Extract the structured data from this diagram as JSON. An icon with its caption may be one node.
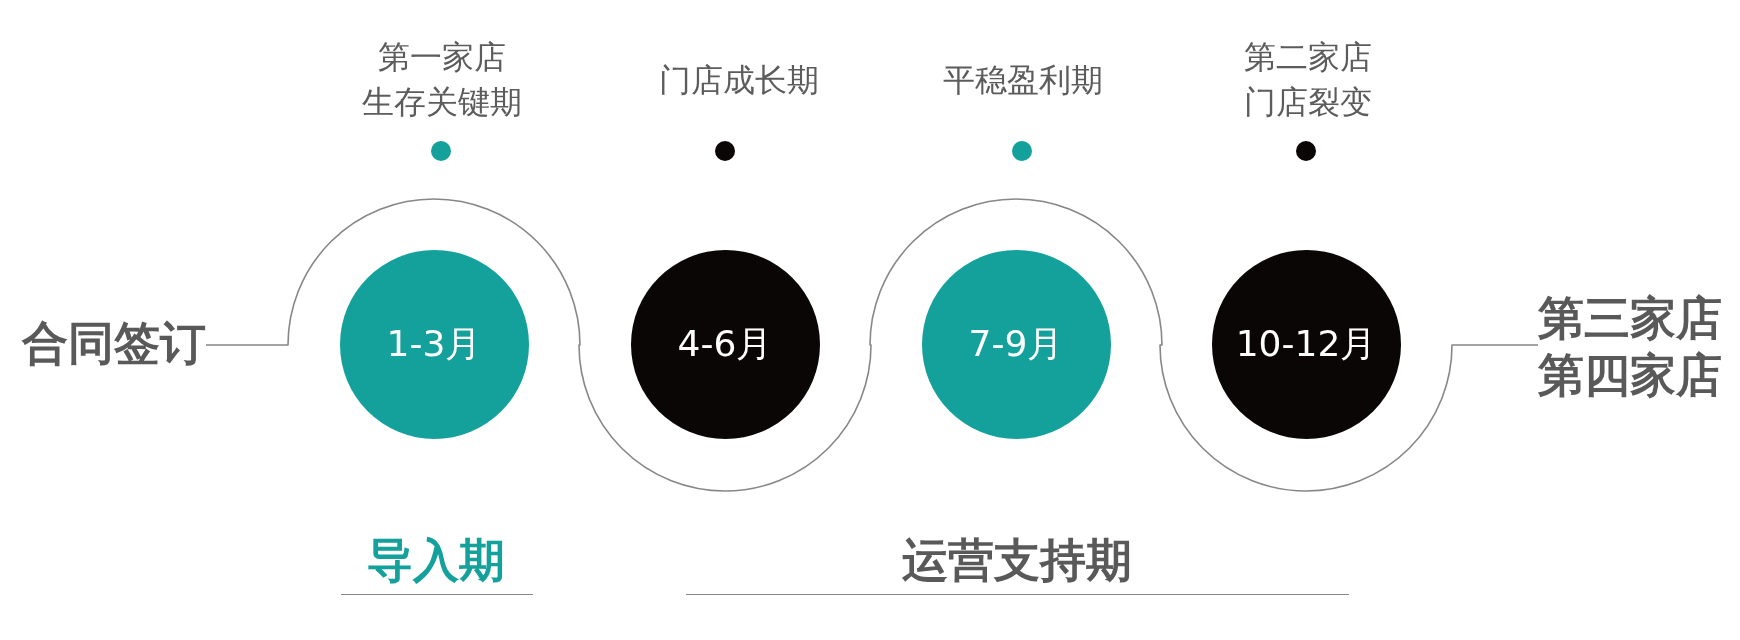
{
  "diagram": {
    "nodes": [
      {
        "text": [
          "合同签订"
        ]
      },
      {
        "text": [
          "1-3月"
        ]
      },
      {
        "text": [
          "4-6月"
        ]
      },
      {
        "text": [
          "7-9月"
        ]
      },
      {
        "text": [
          "10-12月"
        ]
      },
      {
        "text": [
          "第三家店",
          "第四家店"
        ]
      }
    ],
    "edges": [
      {
        "from": 0,
        "to": 5,
        "arrow": "none"
      }
    ],
    "labels": [
      "第一家店",
      "生存关键期",
      "门店成长期",
      "平稳盈利期",
      "第二家店",
      "门店裂变",
      "导入期",
      "运营支持期"
    ]
  }
}
